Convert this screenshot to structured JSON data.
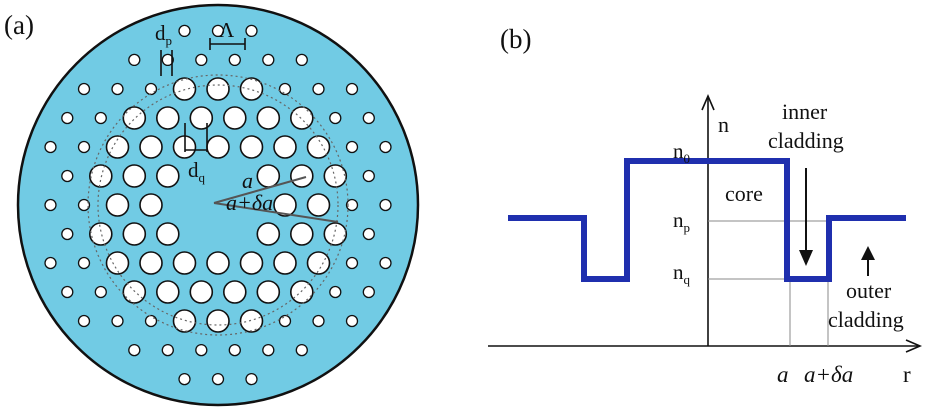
{
  "colors": {
    "fiber_fill": "#71cbe4",
    "hole_fill": "#ffffff",
    "outline": "#111111",
    "profile_line": "#1f2fae",
    "guide_line": "#8a8a8a"
  },
  "panel_a": {
    "label": "(a)",
    "dim_dp": "d",
    "dim_dp_sub": "p",
    "dim_pitch": "Λ",
    "dim_dq": "d",
    "dim_dq_sub": "q",
    "radius_a": "a",
    "radius_a_delta": "a+δa"
  },
  "panel_b": {
    "label": "(b)",
    "axis_n": "n",
    "axis_r": "r",
    "n0": "n",
    "n0_sub": "0",
    "np": "n",
    "np_sub": "p",
    "nq": "n",
    "nq_sub": "q",
    "core_label": "core",
    "inner_cladding_1": "inner",
    "inner_cladding_2": "cladding",
    "outer_cladding_1": "outer",
    "outer_cladding_2": "cladding",
    "tick_a": "a",
    "tick_a_delta": "a+δa",
    "refractive_levels": {
      "n0": 3,
      "np": 2,
      "nq": 1
    }
  }
}
